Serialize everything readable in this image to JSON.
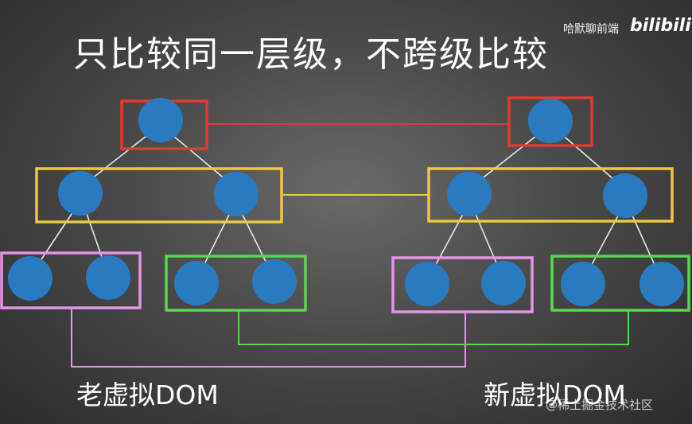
{
  "title": "只比较同一层级，不跨级比较",
  "old_tree_label": "老虚拟DOM",
  "new_tree_label": "新虚拟DOM",
  "watermark": {
    "author": "哈默聊前端",
    "brand": "bilibili",
    "bottom": "@稀土掘金技术社区"
  },
  "colors": {
    "node": "#2a7ac0",
    "level1_box": "#e23a30",
    "level2_box": "#ecc840",
    "level3_left_group": "#e695e6",
    "level3_right_group": "#58d84e",
    "tree_edge": "#e8e8e8"
  }
}
